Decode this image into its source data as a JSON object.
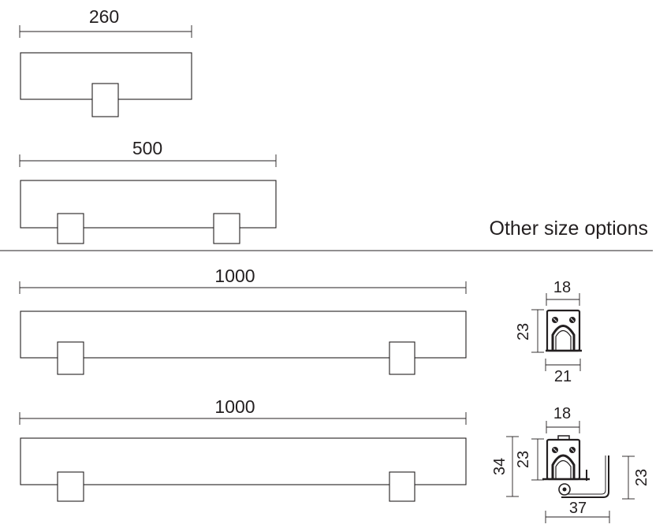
{
  "lengths": {
    "bar_260": "260",
    "bar_500": "500",
    "bar_1000_a": "1000",
    "bar_1000_b": "1000"
  },
  "caption": "Other size options",
  "profile_a": {
    "width_top": "18",
    "height": "23",
    "width_bottom": "21"
  },
  "profile_b": {
    "width_top": "18",
    "height_inner": "23",
    "height_total": "34",
    "height_bracket": "23",
    "width_bottom": "37"
  }
}
